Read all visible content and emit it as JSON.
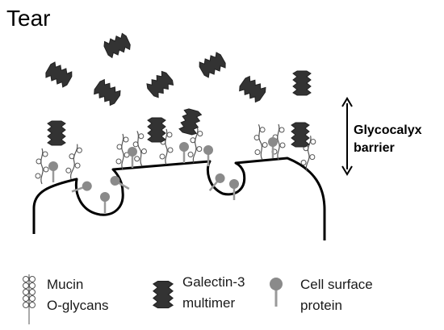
{
  "diagram": {
    "title": "Tear",
    "barrier_label": {
      "line1": "Glycocalyx",
      "line2": "barrier"
    }
  },
  "legend": {
    "mucin": {
      "line1": "Mucin",
      "line2": "O-glycans",
      "icon": "mucin-o-glycan-chain-icon"
    },
    "galectin": {
      "line1": "Galectin-3",
      "line2": "multimer",
      "icon": "galectin-3-multimer-icon"
    },
    "protein": {
      "line1": "Cell surface",
      "line2": "protein",
      "icon": "cell-surface-protein-icon"
    }
  },
  "colors": {
    "galectin": "#333333",
    "protein_head": "#8a8a8a",
    "protein_stem": "#9a9a9a",
    "mucin": "#555555",
    "membrane": "#000000"
  }
}
